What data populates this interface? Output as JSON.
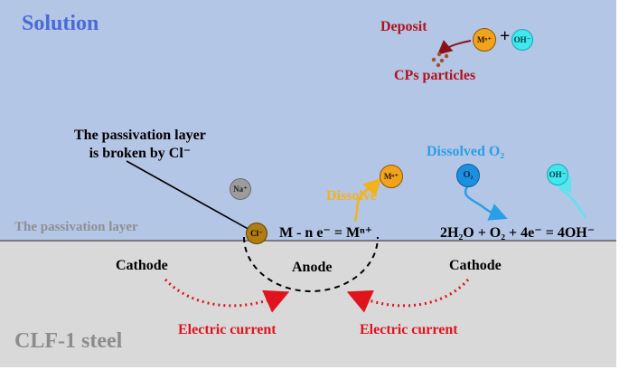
{
  "labels": {
    "solution": "Solution",
    "steel": "CLF-1 steel",
    "passivation_layer": "The passivation layer",
    "broken_line1": "The passivation layer",
    "broken_line2": "is broken by Cl⁻",
    "deposit": "Deposit",
    "plus": "+",
    "cps_particles": "CPs particles",
    "dissolved_o2": "Dissolved O₂",
    "dissolve": "Dissolve",
    "half_reaction": "M - n e⁻ = Mⁿ⁺",
    "o2_reaction": "2H₂O + O₂ + 4e⁻ = 4OH⁻",
    "cathode_left": "Cathode",
    "cathode_right": "Cathode",
    "anode": "Anode",
    "electric_current_left": "Electric current",
    "electric_current_right": "Electric current"
  },
  "ions": {
    "metal_top": "Mⁿ⁺",
    "hydroxide_top": "OH⁻",
    "sodium": "Na⁺",
    "metal_mid": "Mⁿ⁺",
    "oxygen": "O₂",
    "hydroxide_mid": "OH⁻",
    "chloride": "Cl⁻"
  },
  "colors": {
    "solution_bg": "#b4c6e6",
    "steel_bg": "#d9d9d9",
    "solution_title": "#4a6ad8",
    "steel_title": "#8c8c8c",
    "deposit_red": "#b2121c",
    "current_red": "#e0141c",
    "dissolve_yellow": "#f2b320",
    "o2_blue": "#2a9ee6",
    "hydroxide_cyan": "#3fe7ee"
  }
}
